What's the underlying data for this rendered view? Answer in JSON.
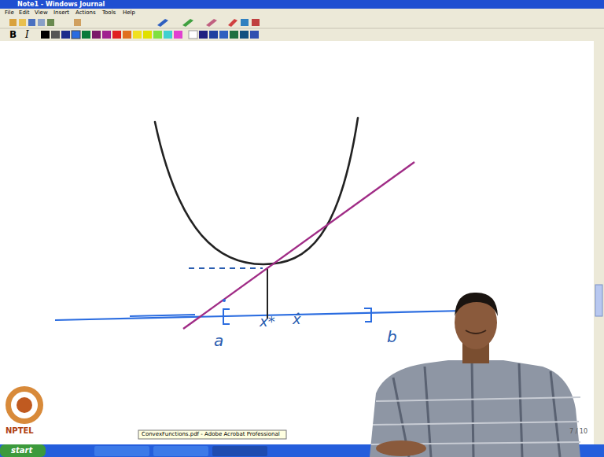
{
  "diagram": {
    "labels": [
      "Note1 - Windows Journal",
      "File",
      "Edit",
      "View",
      "Insert",
      "Actions",
      "Tools",
      "Help",
      "B",
      "I",
      "a",
      "x*",
      "x̂",
      "b",
      "NPTEL",
      "7 / 10",
      "start",
      "ConvexFunctions.pdf - Adobe Acrobat Professional"
    ]
  }
}
